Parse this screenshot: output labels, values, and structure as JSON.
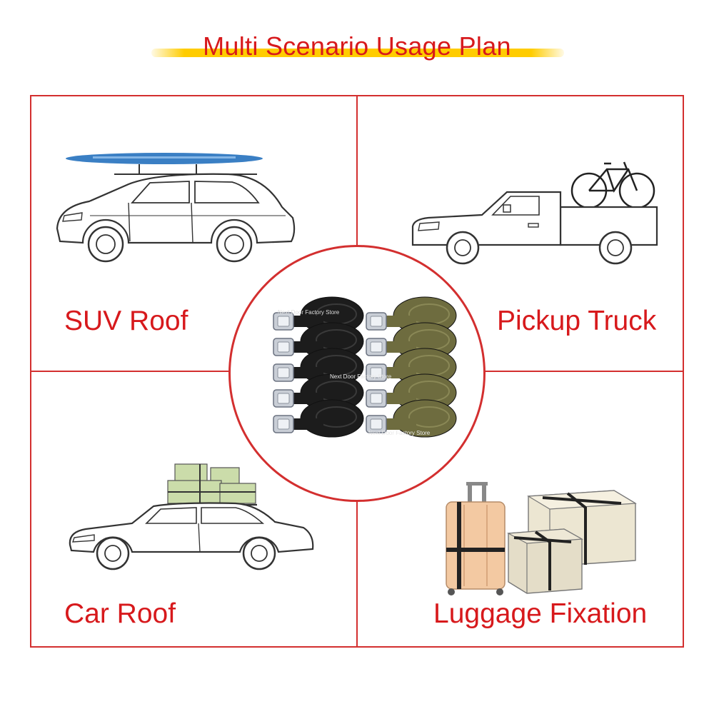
{
  "title": "Multi Scenario Usage Plan",
  "scenarios": {
    "suv": "SUV Roof",
    "pickup": "Pickup Truck",
    "car": "Car Roof",
    "luggage": "Luggage Fixation"
  },
  "watermark": "Next Door Factory Store",
  "product": {
    "colors": [
      "black",
      "army green"
    ],
    "straps_per_color": 5
  },
  "colors": {
    "accent_red": "#d7191c",
    "highlight_yellow": "#ffcc00",
    "strap_black": "#1c1c1c",
    "strap_green": "#6e6c3f",
    "surfboard_blue": "#3a7fc4",
    "box_green": "#cbdcaa",
    "suitcase_peach": "#f3c9a2",
    "box_beige": "#ece6d2"
  }
}
